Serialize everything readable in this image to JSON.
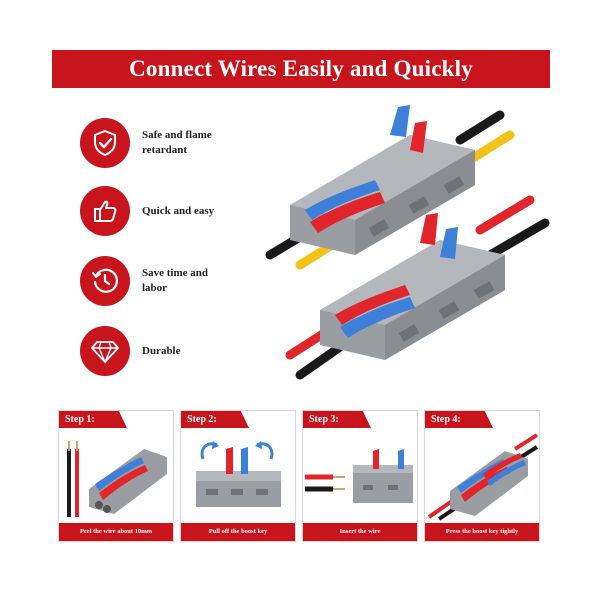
{
  "banner": {
    "title": "Connect Wires Easily and Quickly"
  },
  "features": [
    {
      "icon": "shield-check-icon",
      "label": "Safe and flame retardant"
    },
    {
      "icon": "thumbs-up-icon",
      "label": "Quick and easy"
    },
    {
      "icon": "clock-history-icon",
      "label": "Save time and labor"
    },
    {
      "icon": "diamond-icon",
      "label": "Durable"
    }
  ],
  "steps": [
    {
      "title": "Step 1:",
      "caption": "Peel the wire about 10mm"
    },
    {
      "title": "Step 2:",
      "caption": "Pull off the boost key"
    },
    {
      "title": "Step 3:",
      "caption": "Insert the wire"
    },
    {
      "title": "Step 4:",
      "caption": "Press the boost key tightly"
    }
  ],
  "colors": {
    "accent_red": "#c8141c",
    "connector_gray": "#9a9ea3",
    "lever_blue": "#3d7fd9",
    "lever_red": "#e0252b",
    "wire_yellow": "#f2c21b",
    "wire_black": "#1a1a1a"
  }
}
